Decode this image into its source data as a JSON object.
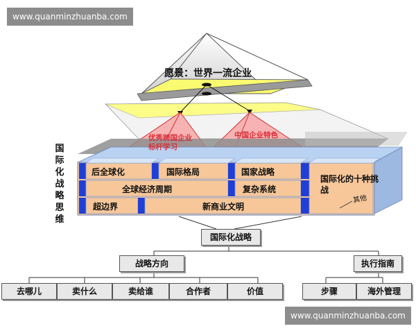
{
  "watermarks": {
    "top": "www.quanminzhuanba.com",
    "bottom": "www.quanminzhuanba.com"
  },
  "vision": "愿景：世界一流企业",
  "pillars": {
    "left": [
      "优秀跨国企业",
      "标杆学习"
    ],
    "right": "中国企业特色"
  },
  "side_title": [
    "国",
    "际",
    "化",
    "战",
    "略",
    "思",
    "维"
  ],
  "cells": {
    "post_globalization": "后全球化",
    "international_pattern": "国际格局",
    "national_strategy": "国家战略",
    "global_cycle": "全球经济周期",
    "complex_system": "复杂系统",
    "beyond_boundaries": "超边界",
    "new_civilization": "新商业文明",
    "ten_challenges": [
      "国际化的十种挑",
      "战"
    ],
    "other": "其他"
  },
  "tree": {
    "root": "国际化战略",
    "branch_direction": "战略方向",
    "branch_guide": "执行指南",
    "leaves_direction": [
      "去哪儿",
      "卖什么",
      "卖给谁",
      "合作者",
      "价值"
    ],
    "leaves_guide": [
      "步骤",
      "海外管理"
    ]
  },
  "colors": {
    "block_face": "#f7c79a",
    "block_blue": "#1f3fd6",
    "block_light_blue": "#b9d2f2",
    "vision_yellow": "#ffff66",
    "pillar_red": "#d9303a",
    "box_gray": "#e8e8e8"
  }
}
